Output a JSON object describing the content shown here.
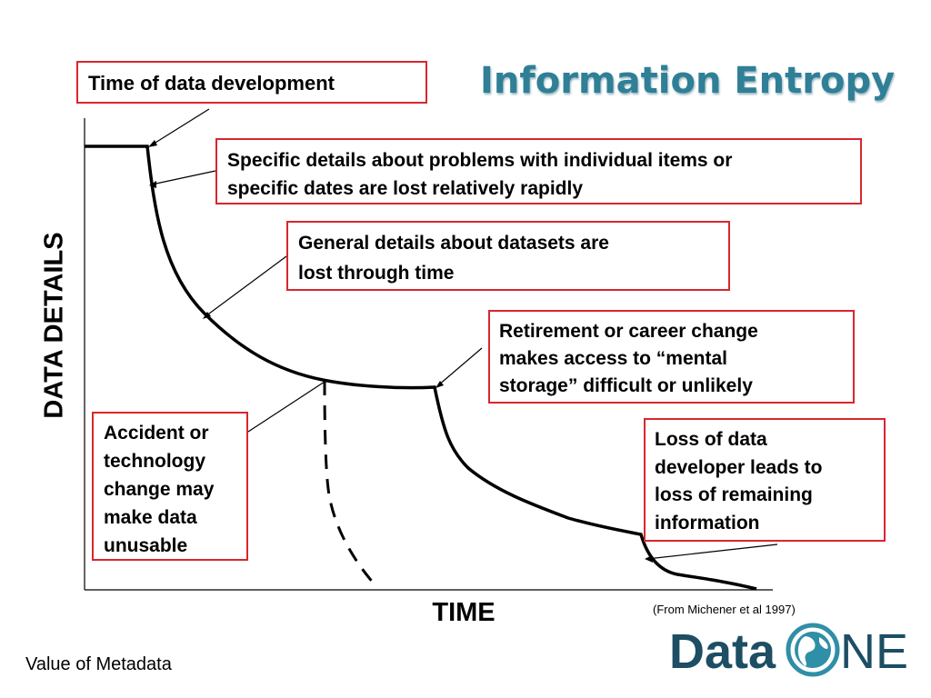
{
  "title": "Information Entropy",
  "axes": {
    "y_label": "DATA DETAILS",
    "x_label": "TIME"
  },
  "callouts": {
    "development": [
      "Time of data development"
    ],
    "specific": [
      "Specific details about problems with individual items or",
      "specific dates are lost relatively rapidly"
    ],
    "general": [
      "General details about datasets are",
      "lost through time"
    ],
    "retirement": [
      "Retirement or career change",
      "makes access to “mental",
      "storage” difficult or unlikely"
    ],
    "accident": [
      "Accident or",
      "technology",
      "change may",
      "make data",
      "unusable"
    ],
    "loss": [
      "Loss of data",
      "developer leads to",
      "loss of remaining",
      "information"
    ]
  },
  "citation": "(From Michener et al 1997)",
  "footer": "Value of Metadata",
  "logo": {
    "text_left": "Data",
    "text_right": "NE",
    "icon": "globe-icon",
    "dark_color": "#1d4e63",
    "globe_color": "#2f8fa6"
  },
  "colors": {
    "callout_border": "#d9262e",
    "title": "#2f7f96",
    "curve": "#000000"
  }
}
